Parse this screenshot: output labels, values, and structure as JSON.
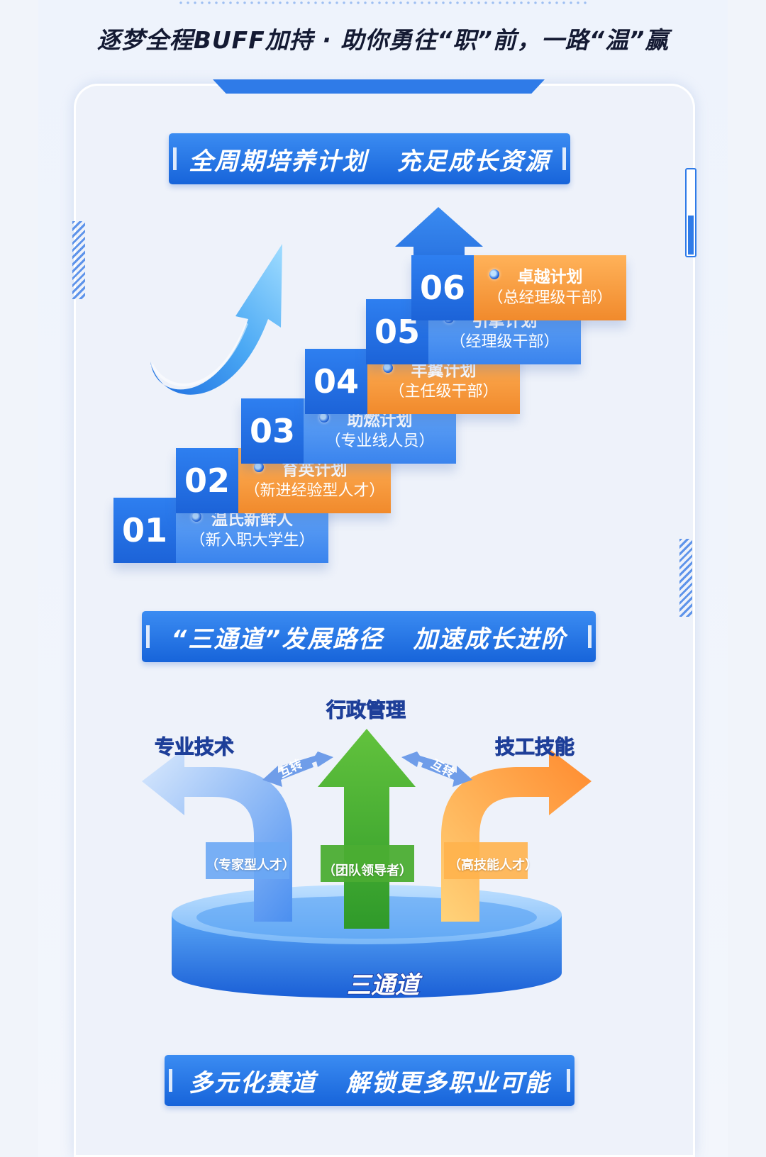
{
  "slogan": "逐梦全程BUFF加持 · 助你勇往“职”前，一路“温”赢",
  "section1": {
    "title": "全周期培养计划   充足成长资源",
    "steps": [
      {
        "num": "01",
        "name": "温氏新鲜人",
        "target": "（新入职大学生）",
        "color": "blue"
      },
      {
        "num": "02",
        "name": "育英计划",
        "target": "（新进经验型人才）",
        "color": "orange"
      },
      {
        "num": "03",
        "name": "助燃计划",
        "target": "（专业线人员）",
        "color": "blue"
      },
      {
        "num": "04",
        "name": "丰翼计划",
        "target": "（主任级干部）",
        "color": "orange"
      },
      {
        "num": "05",
        "name": "引擎计划",
        "target": "（经理级干部）",
        "color": "blue"
      },
      {
        "num": "06",
        "name": "卓越计划",
        "target": "（总经理级干部）",
        "color": "orange"
      }
    ]
  },
  "section2": {
    "title": "“三通道”发展路径   加速成长进阶",
    "center": {
      "label": "行政管理",
      "sub": "（团队领导者）"
    },
    "left": {
      "label": "专业技术",
      "sub": "（专家型人才）"
    },
    "right": {
      "label": "技工技能",
      "sub": "（高技能人才）"
    },
    "swap_label": "互转",
    "base_label": "三通道"
  },
  "section3": {
    "title": "多元化赛道   解锁更多职业可能"
  },
  "colors": {
    "primary_blue": "#1f6fe5",
    "orange": "#f18a2c",
    "green": "#5bbd3a"
  }
}
